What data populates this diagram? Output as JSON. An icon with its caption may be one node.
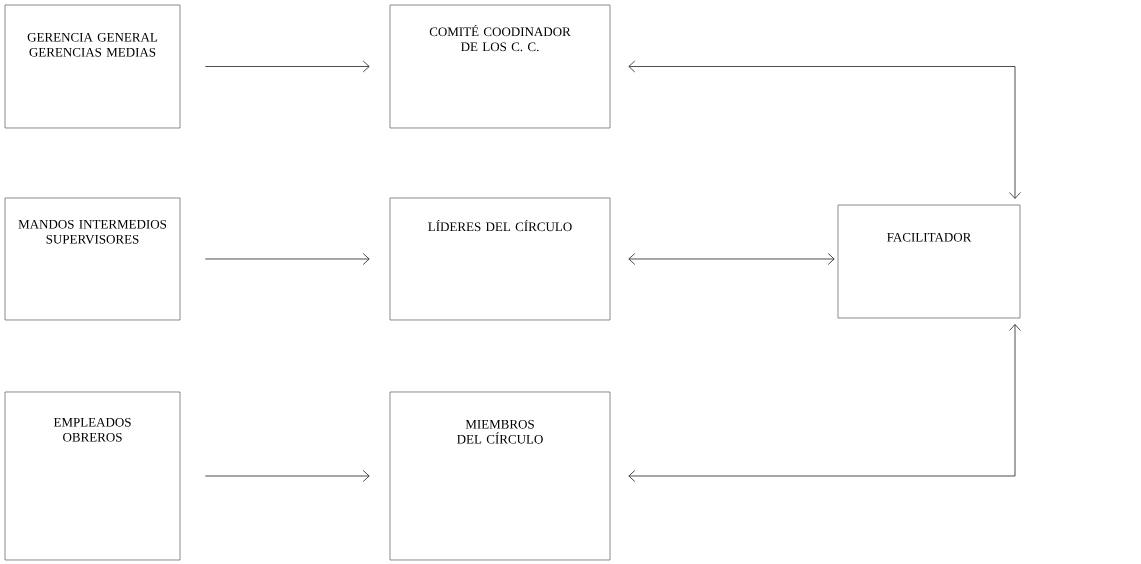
{
  "diagram": {
    "nodes": [
      {
        "text": [
          "GERENCIA GENERAL GERENCIAS MEDIAS"
        ]
      },
      {
        "text": [
          "COMITÉ COODINADOR DE LOS C. C."
        ]
      },
      {
        "text": [
          "MANDOS INTERMEDIOS SUPERVISORES"
        ]
      },
      {
        "text": [
          "LÍDERES DEL CÍRCULO"
        ]
      },
      {
        "text": [
          "FACILITADOR"
        ]
      },
      {
        "text": [
          "EMPLEADOS OBREROS"
        ]
      },
      {
        "text": [
          "MIEMBROS DEL CÍRCULO"
        ]
      }
    ],
    "edges": [
      {
        "from": 0,
        "to": 1,
        "arrow": "to"
      },
      {
        "from": 1,
        "to": 4,
        "arrow": "both"
      },
      {
        "from": 2,
        "to": 3,
        "arrow": "to"
      },
      {
        "from": 3,
        "to": 4,
        "arrow": "both"
      },
      {
        "from": 5,
        "to": 6,
        "arrow": "to"
      },
      {
        "from": 6,
        "to": 4,
        "arrow": "both"
      }
    ]
  }
}
